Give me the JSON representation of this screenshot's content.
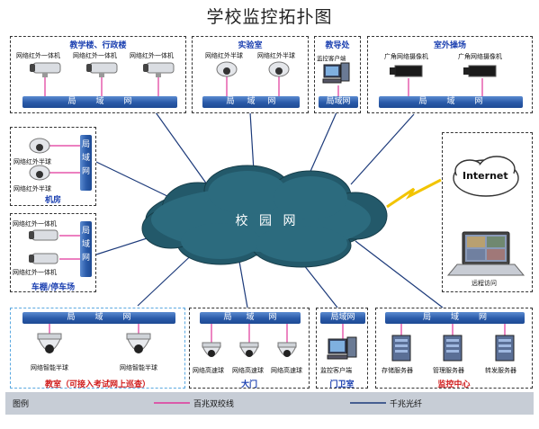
{
  "title": "学校监控拓扑图",
  "cloud": {
    "label": "校  园  网"
  },
  "internet": {
    "label": "Internet"
  },
  "lan_label": "局域网",
  "panels": {
    "teaching": {
      "title": "教学楼、行政楼",
      "devices": [
        "网络红外一体机",
        "网络红外一体机",
        "网络红外一体机"
      ]
    },
    "lab": {
      "title": "实验室",
      "devices": [
        "网络红外半球",
        "网络红外半球"
      ]
    },
    "office": {
      "title": "教导处",
      "devices": [
        "监控客户端"
      ]
    },
    "outdoor": {
      "title": "室外操场",
      "devices": [
        "广角网络摄像机",
        "广角网络摄像机"
      ]
    },
    "machine_room": {
      "title": "机房",
      "devices": [
        "网络红外半球",
        "网络红外半球"
      ]
    },
    "parking": {
      "title": "车棚/停车场",
      "devices": [
        "网络红外一体机",
        "网络红外一体机"
      ]
    },
    "remote": {
      "label": "远程访问"
    },
    "classroom": {
      "title": "教室（可接入考试网上巡查）",
      "devices": [
        "网络智能半球",
        "网络智能半球"
      ]
    },
    "gate": {
      "title": "大门",
      "devices": [
        "网络高速球",
        "网络高速球",
        "网络高速球"
      ]
    },
    "guard": {
      "title": "门卫室",
      "devices": [
        "监控客户端"
      ]
    },
    "center": {
      "title": "监控中心",
      "devices": [
        "存储服务器",
        "管理服务器",
        "转发服务器"
      ]
    }
  },
  "legend": {
    "title": "图例",
    "items": [
      {
        "label": "百兆双绞线",
        "color": "#e0359a"
      },
      {
        "label": "千兆光纤",
        "color": "#1c3a7a"
      }
    ]
  },
  "colors": {
    "twisted_pair": "#e0359a",
    "fiber": "#1c3a7a",
    "lan_bar": "#2a5aa8",
    "title_blue": "#1a3fb0",
    "title_red": "#d01a1a"
  }
}
